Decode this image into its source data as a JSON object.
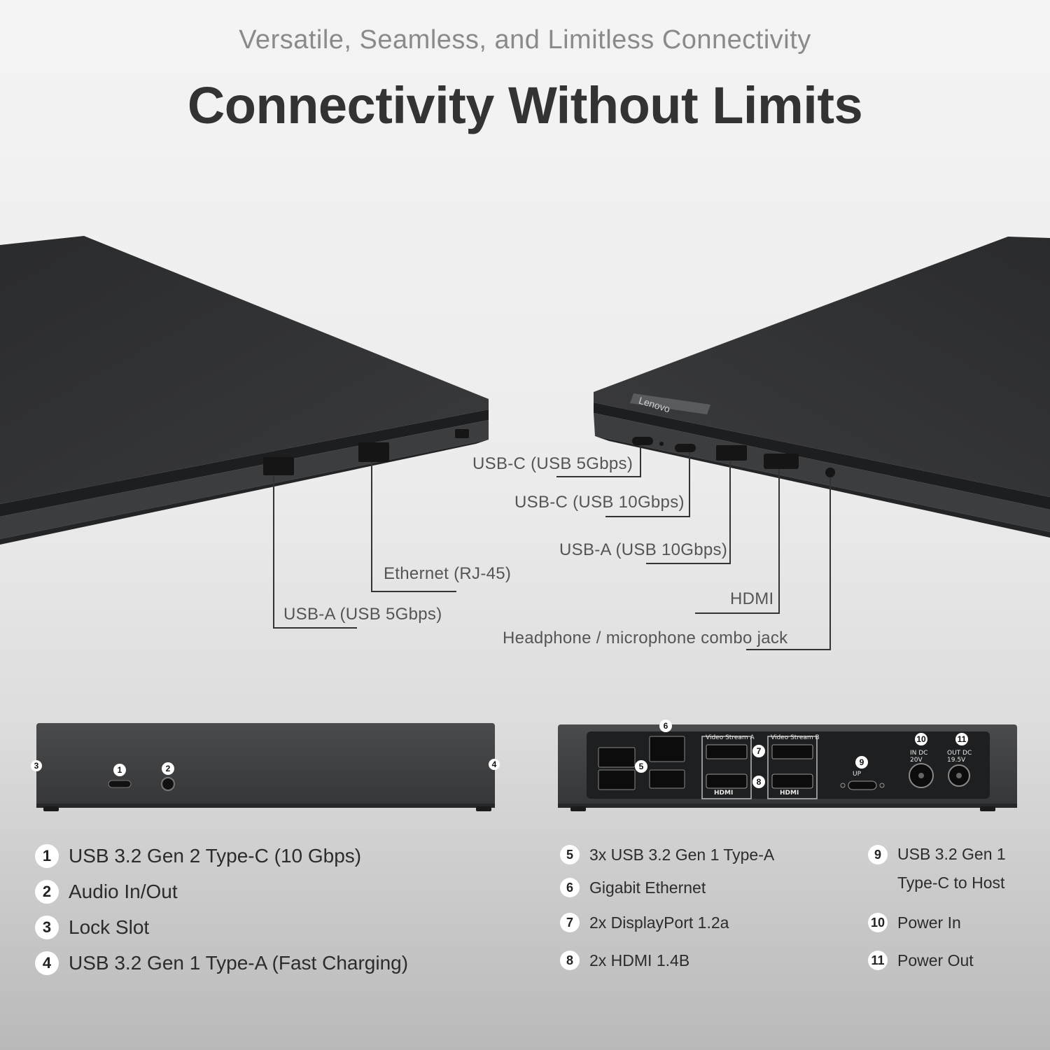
{
  "header": {
    "subtitle": "Versatile, Seamless, and Limitless Connectivity",
    "title": "Connectivity Without Limits"
  },
  "laptop_left": {
    "callouts": {
      "usb_a": "USB-A (USB 5Gbps)",
      "ethernet": "Ethernet (RJ-45)"
    }
  },
  "laptop_right": {
    "brand": "Lenovo",
    "callouts": {
      "usbc_5": "USB-C (USB 5Gbps)",
      "usbc_10": "USB-C (USB 10Gbps)",
      "usba_10": "USB-A (USB 10Gbps)",
      "hdmi": "HDMI",
      "audio": "Headphone / microphone combo jack"
    }
  },
  "dock_front": {
    "badges": [
      "1",
      "2",
      "3",
      "4"
    ]
  },
  "dock_back": {
    "badges": [
      "5",
      "6",
      "7",
      "8",
      "9",
      "10",
      "11"
    ],
    "labels": {
      "video_a": "Video Stream A",
      "video_b": "Video Stream B",
      "hdmi": "HDMI",
      "up": "UP",
      "in_dc": "IN DC 20V",
      "out_dc": "OUT DC 19.5V"
    }
  },
  "legend_left": [
    {
      "num": "1",
      "text": "USB 3.2 Gen 2 Type-C (10 Gbps)"
    },
    {
      "num": "2",
      "text": "Audio In/Out"
    },
    {
      "num": "3",
      "text": "Lock Slot"
    },
    {
      "num": "4",
      "text": "USB 3.2 Gen 1 Type-A (Fast Charging)"
    }
  ],
  "legend_mid": [
    {
      "num": "5",
      "text": "3x USB 3.2 Gen 1 Type-A"
    },
    {
      "num": "6",
      "text": "Gigabit Ethernet"
    },
    {
      "num": "7",
      "text": "2x DisplayPort 1.2a"
    },
    {
      "num": "8",
      "text": "2x HDMI 1.4B"
    }
  ],
  "legend_right": [
    {
      "num": "9",
      "text": "USB 3.2 Gen 1",
      "text2": "Type-C to Host"
    },
    {
      "num": "10",
      "text": "Power In"
    },
    {
      "num": "11",
      "text": "Power Out"
    }
  ]
}
